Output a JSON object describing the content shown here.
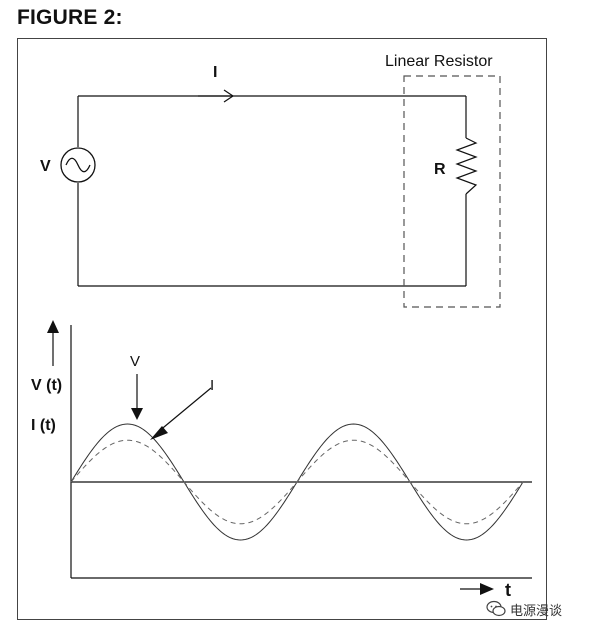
{
  "figure_label": "FIGURE 2:",
  "circuit": {
    "source_label": "V",
    "current_label": "I",
    "resistor_label": "R",
    "box_label": "Linear Resistor"
  },
  "plot": {
    "y_axis_labels": [
      "V (t)",
      "I (t)"
    ],
    "x_axis_label": "t",
    "voltage_label": "V",
    "current_label": "I",
    "series": [
      {
        "name": "V",
        "amplitude": 1.0,
        "style": "solid",
        "color": "#333333"
      },
      {
        "name": "I",
        "amplitude": 0.72,
        "style": "dashed",
        "color": "#666666"
      }
    ],
    "cycles": 2,
    "phase_shift": 0
  },
  "watermark": {
    "icon": "chat-bubble-icon",
    "text": "电源漫谈"
  }
}
